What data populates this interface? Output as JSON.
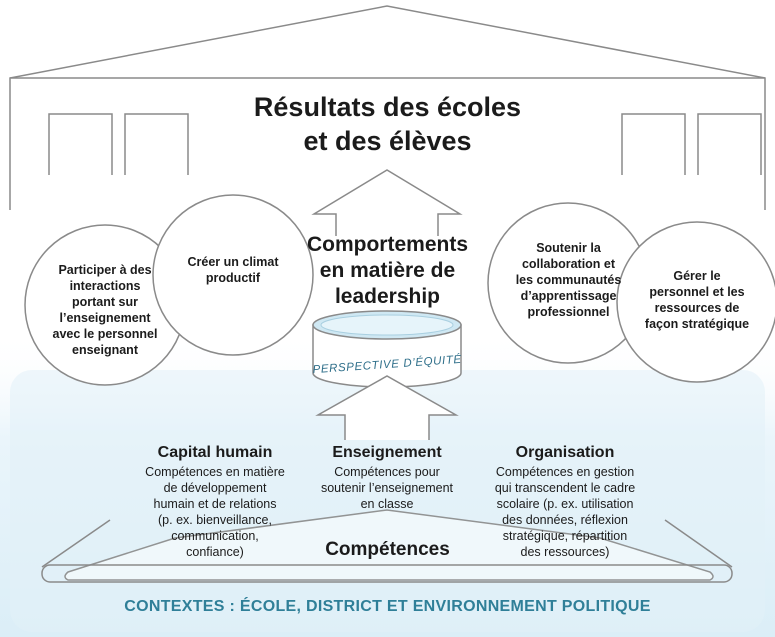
{
  "title": "Résultats des écoles\net des élèves",
  "leadership": "Comportements\nen matière de\nleadership",
  "equity_label": "PERSPECTIVE D’ÉQUITÉ",
  "behaviors": [
    "Participer à des\ninteractions\nportant sur\nl’enseignement\navec le personnel\nenseignant",
    "Créer un climat\nproductif",
    "Soutenir la\ncollaboration et\nles communautés\nd’apprentissage\nprofessionnel",
    "Gérer le\npersonnel et les\nressources de\nfaçon stratégique"
  ],
  "competencies": [
    {
      "title": "Capital humain",
      "description": "Compétences en matière\nde développement\nhumain et de relations\n(p. ex. bienveillance,\ncommunication,\nconfiance)"
    },
    {
      "title": "Enseignement",
      "description": "Compétences pour\nsoutenir l’enseignement\nen classe"
    },
    {
      "title": "Organisation",
      "description": "Compétences en gestion\nqui transcendent le cadre\nscolaire (p. ex. utilisation\ndes données, réflexion\nstratégique, répartition\ndes ressources)"
    }
  ],
  "skills_label": "Compétences",
  "contexts_label": "CONTEXTES : ÉCOLE, DISTRICT ET ENVIRONNEMENT POLITIQUE",
  "colors": {
    "context_text": "#2f7f98",
    "context_background": "#e3f1f8",
    "outline": "#8a8a8a"
  }
}
